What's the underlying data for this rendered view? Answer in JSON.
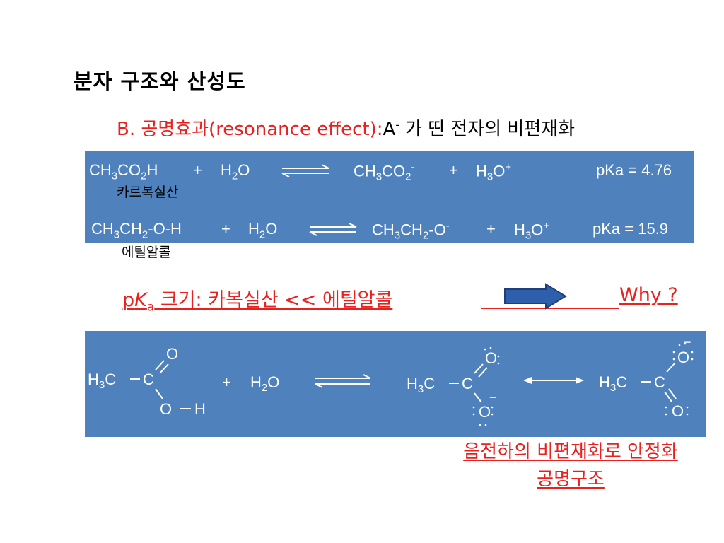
{
  "slide": {
    "title": "분자 구조와 산성도",
    "subtitle_red": "B. 공명효과(resonance effect):",
    "subtitle_black_a": "A",
    "subtitle_black_sup": "-",
    "subtitle_black_rest": " 가 띤 전자의 비편재화",
    "reaction1": {
      "r1": "CH",
      "r1_sub": "3",
      "r1b": "CO",
      "r1b_sub": "2",
      "r1c": "H",
      "plus1": "+",
      "r2": "H",
      "r2_sub": "2",
      "r2b": "O",
      "p1": "CH",
      "p1_sub": "3",
      "p1b": "CO",
      "p1b_sub": "2",
      "p1_sup": "-",
      "plus2": "+",
      "p2": "H",
      "p2_sub": "3",
      "p2b": "O",
      "p2_sup": "+",
      "pka": "pKa = 4.76",
      "label": "카르복실산"
    },
    "reaction2": {
      "r1": "CH",
      "r1_sub": "3",
      "r1b": "CH",
      "r1b_sub": "2",
      "r1c": "-O-H",
      "plus1": "+",
      "r2": "H",
      "r2_sub": "2",
      "r2b": "O",
      "p1": "CH",
      "p1_sub": "3",
      "p1b": "CH",
      "p1b_sub": "2",
      "p1c": "-O",
      "p1_sup": "-",
      "plus2": "+",
      "p2": "H",
      "p2_sub": "3",
      "p2b": "O",
      "p2_sup": "+",
      "pka": "pKa = 15.9",
      "label": "에틸알콜"
    },
    "comparison": {
      "p": "p",
      "k": "K",
      "sub_a": "a",
      "text": " 크기: 카복실산  << 에틸알콜",
      "why": "Why ?"
    },
    "resonance": {
      "acid_h3c": "H",
      "acid_sub3": "3",
      "acid_c": "C",
      "carbon": "C",
      "oxygen": "O",
      "hydrogen": "H",
      "plus": "+",
      "water_h": "H",
      "water_sub": "2",
      "water_o": "O",
      "minus": "−"
    },
    "caption_line1": "음전하의 비편재화로 안정화",
    "caption_line2": "공명구조",
    "colors": {
      "box": "#4f81bd",
      "red": "#e8201e",
      "arrow_fill": "#2e5fac",
      "arrow_stroke": "#1f3f7a"
    }
  }
}
